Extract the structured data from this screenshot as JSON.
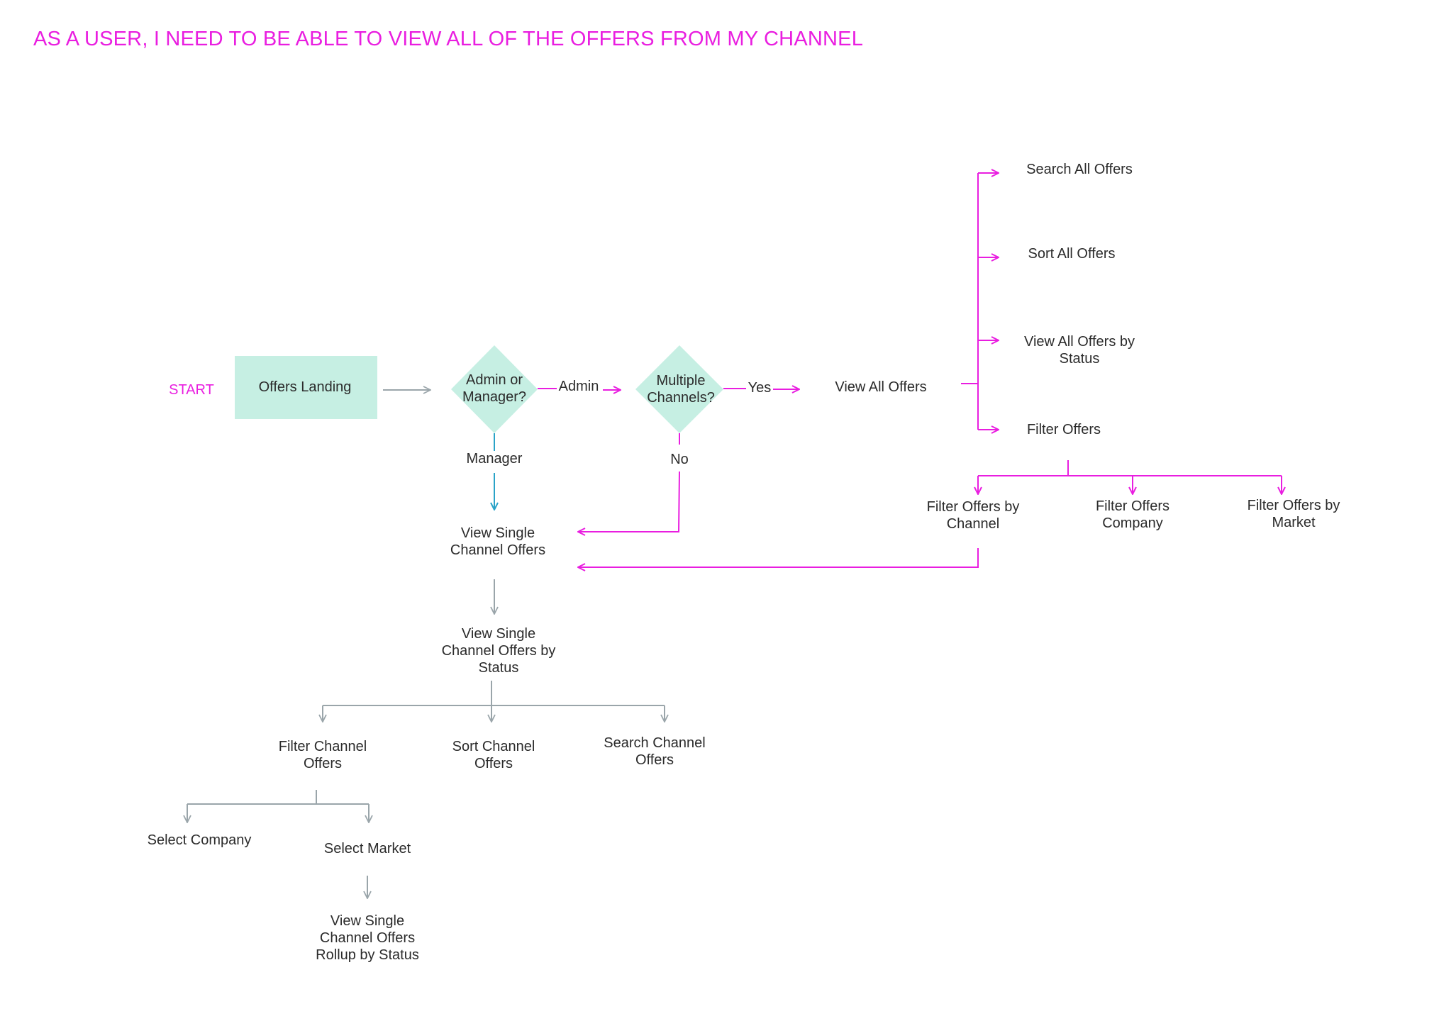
{
  "title": "AS A USER, I NEED TO BE ABLE TO VIEW ALL OF THE OFFERS FROM MY CHANNEL",
  "colors": {
    "accent": "#e91ee0",
    "shape_fill": "#c6efe3",
    "gray_line": "#9aa5aa",
    "blue_line": "#2aa3c8",
    "text": "#2b2b2b"
  },
  "nodes": {
    "start": "START",
    "offers_landing": "Offers Landing",
    "admin_or_manager": "Admin or\nManager?",
    "multiple_channels": "Multiple\nChannels?",
    "view_all_offers": "View All Offers",
    "search_all_offers": "Search All Offers",
    "sort_all_offers": "Sort All Offers",
    "view_all_by_status": "View All Offers by\nStatus",
    "filter_offers": "Filter Offers",
    "filter_by_channel": "Filter Offers by\nChannel",
    "filter_company": "Filter Offers\nCompany",
    "filter_by_market": "Filter Offers by\nMarket",
    "view_single_channel": "View Single\nChannel Offers",
    "view_single_by_status": "View Single\nChannel Offers by\nStatus",
    "filter_channel_offers": "Filter Channel\nOffers",
    "sort_channel_offers": "Sort Channel\nOffers",
    "search_channel_offers": "Search Channel\nOffers",
    "select_company": "Select Company",
    "select_market": "Select Market",
    "rollup_by_status": "View Single\nChannel Offers\nRollup by Status"
  },
  "edges": {
    "admin": "Admin",
    "manager": "Manager",
    "yes": "Yes",
    "no": "No"
  }
}
